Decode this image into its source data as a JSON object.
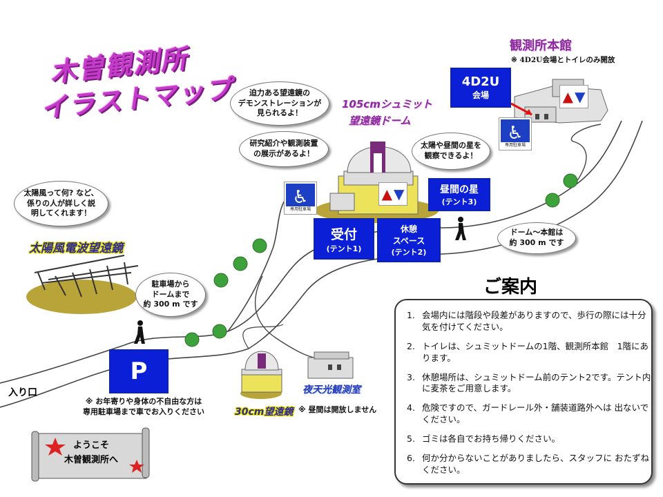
{
  "title": {
    "line1": "木曽観測所",
    "line2": "イラストマップ"
  },
  "entrance": "入り口",
  "parking": {
    "symbol": "P",
    "note_line1": "※  お年寄りや身体の不自由な方は",
    "note_line2": "専用駐車場まで車でお入りください"
  },
  "bubbles": {
    "solar_wind": [
      "太陽風って何? など、",
      "係りの人が詳しく説",
      "明してくれます！"
    ],
    "parking_to_dome": [
      "駐車場から",
      "ドームまで",
      "約 300 m です"
    ],
    "telescope_demo": [
      "迫力ある望遠鏡の",
      "デモンストレーションが",
      "見られるよ！"
    ],
    "research_display": [
      "研究紹介や観測装置",
      "の展示があるよ！"
    ],
    "daytime_stars": [
      "太陽や昼間の星を",
      "観察できるよ！"
    ],
    "dome_to_main": [
      "ドーム～本館は",
      "約 300 m です"
    ]
  },
  "places": {
    "solar_wind_telescope": "太陽風電波望遠鏡",
    "schmidt_dome_line1": "105cmシュミット",
    "schmidt_dome_line2": "望遠鏡ドーム",
    "telescope_30cm": "30cm望遠鏡",
    "night_sky_room": "夜天光観測室",
    "night_sky_note": "※ 昼間は開放しません",
    "main_building": "観測所本館",
    "main_building_note": "※   4D2U会場とトイレのみ開放"
  },
  "tents": {
    "reception": {
      "label": "受付",
      "sub": "(テント1)"
    },
    "rest": {
      "label_line1": "休憩",
      "label_line2": "スペース",
      "sub": "(テント2)"
    },
    "daytime": {
      "label": "昼間の星",
      "sub": "(テント3)"
    },
    "d4d2u": {
      "label": "4D2U",
      "sub": "会場"
    }
  },
  "icons": {
    "wheelchair_caption": "専用駐車場",
    "toilet_symbol": "🚹🚺"
  },
  "welcome": {
    "line1": "ようこそ",
    "line2": "木曽観測所へ"
  },
  "guide": {
    "heading": "ご案内",
    "items": [
      {
        "num": "1.",
        "text": "会場内には階段や段差がありますので、歩行の際には十分気を付けてください。"
      },
      {
        "num": "2.",
        "text": "トイレは、シュミットドームの1階、観測所本館　1階にあります。"
      },
      {
        "num": "3.",
        "text": "休憩場所は、シュミットドーム前のテント2です。テント内に麦茶をご用意します。"
      },
      {
        "num": "4.",
        "text": "危険ですので、ガードレール外・舗装道路外へは 出ないでください。"
      },
      {
        "num": "5.",
        "text": "ゴミは各自でお持ち帰りください。"
      },
      {
        "num": "6.",
        "text": "何か分からないことがありましたら、スタッフに おたずねください。"
      }
    ]
  },
  "colors": {
    "tent_blue": "#0a1fd6",
    "title_pink": "#c43ac9",
    "road": "#555555",
    "ground_olive": "#b9a43a"
  }
}
